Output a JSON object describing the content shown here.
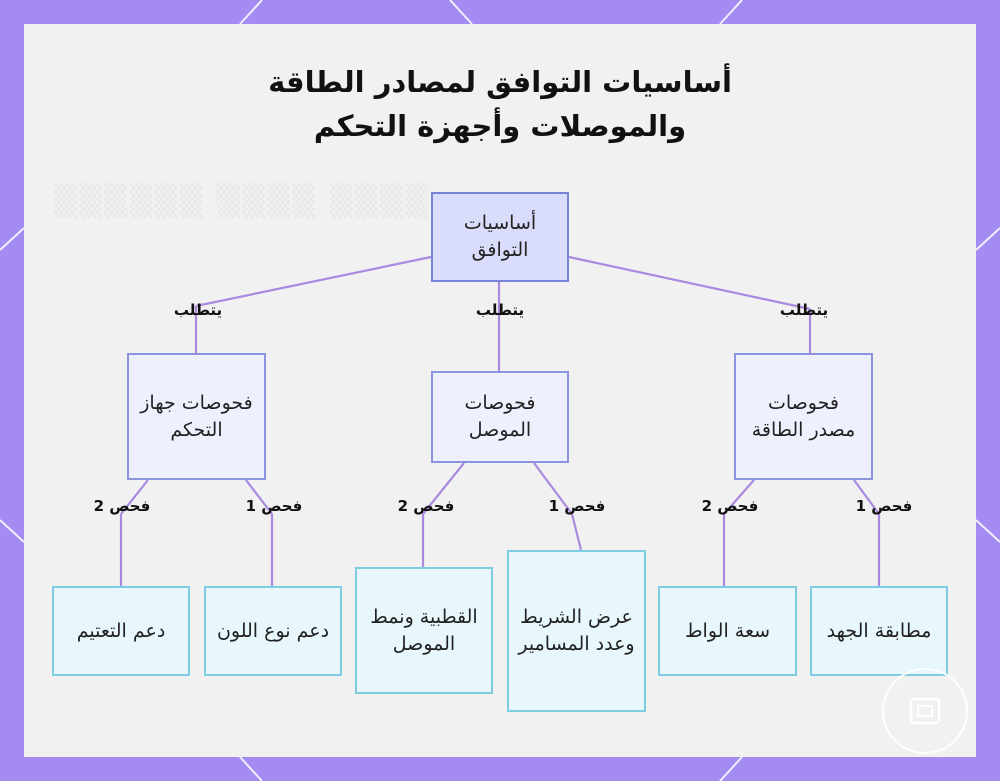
{
  "title": {
    "line1": "أساسيات التوافق لمصادر الطاقة",
    "line2": "والموصلات وأجهزة التحكم"
  },
  "nodes": {
    "root": "أساسيات التوافق",
    "power_checks": "فحوصات مصدر الطاقة",
    "connector_checks": "فحوصات الموصل",
    "controller_checks": "فحوصات جهاز التحكم",
    "voltage_match": "مطابقة الجهد",
    "wattage": "سعة الواط",
    "strip_width_pins": "عرض الشريط وعدد المسامير",
    "polarity_type": "القطبية ونمط الموصل",
    "color_type": "دعم نوع اللون",
    "dimming": "دعم التعتيم"
  },
  "edge_labels": {
    "requires": "يتطلب",
    "check1": "فحص 1",
    "check2": "فحص 2"
  },
  "colors": {
    "frame": "#a48bf2",
    "panel": "#f1f1f2",
    "line": "#a98ae0",
    "root_fill": "#d9dcfb",
    "mid_fill": "#eef0fd",
    "leaf_fill": "#e7f7fb"
  },
  "icons": [
    "logo-watermark-icon"
  ]
}
